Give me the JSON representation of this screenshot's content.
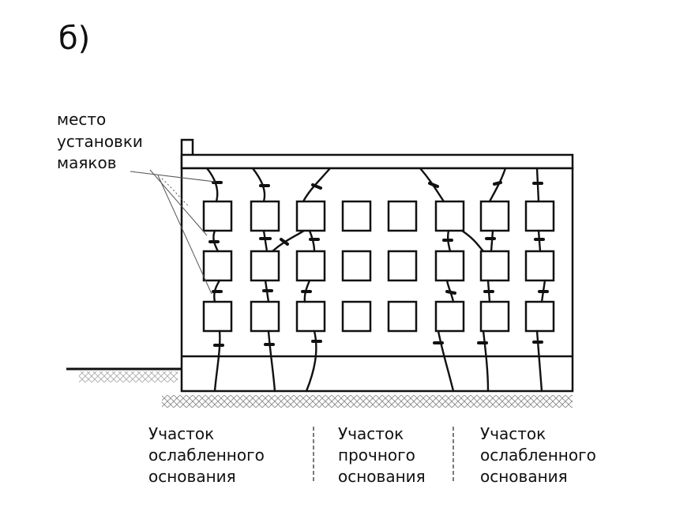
{
  "figure_label": "б)",
  "callout": {
    "lines": [
      "место",
      "установки",
      "маяков"
    ]
  },
  "zones": [
    {
      "lines": [
        "Участок",
        "ослабленного",
        "основания"
      ]
    },
    {
      "lines": [
        "Участок",
        "прочного",
        "основания"
      ]
    },
    {
      "lines": [
        "Участок",
        "ослабленного",
        "основания"
      ]
    }
  ],
  "colors": {
    "ink": "#111111",
    "hatch": "#444444",
    "background": "#ffffff"
  }
}
